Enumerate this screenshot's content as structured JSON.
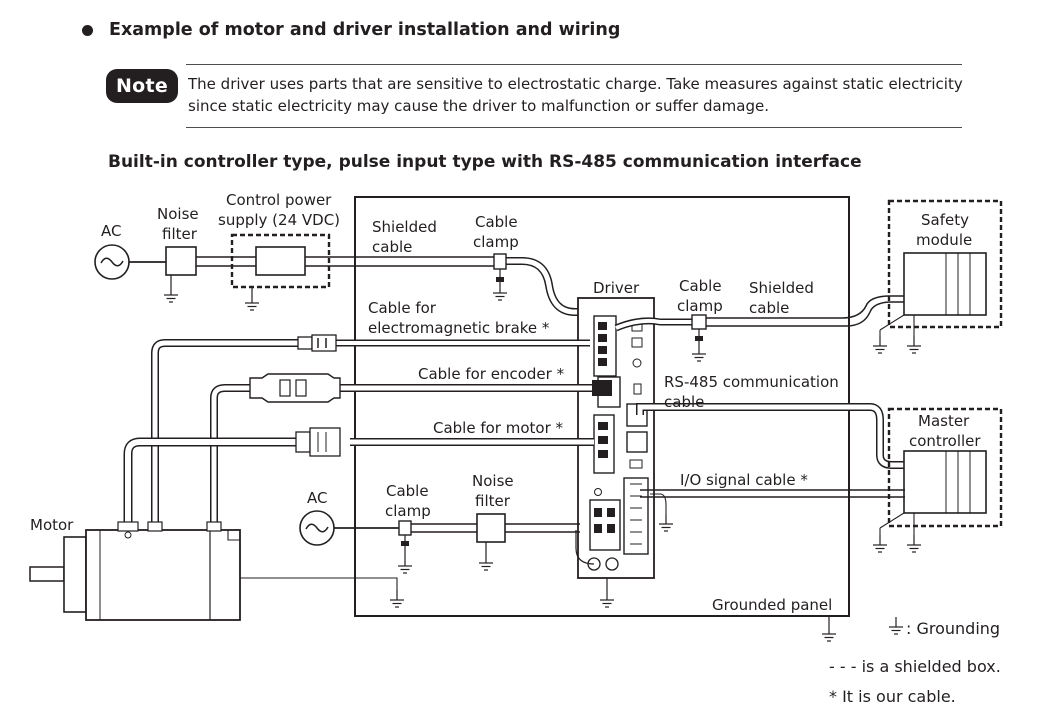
{
  "heading": "Example of motor and driver installation and wiring",
  "note": {
    "badge": "Note",
    "text_line1": "The driver uses parts that are sensitive to electrostatic charge. Take measures against static electricity",
    "text_line2": "since static electricity may cause the driver to malfunction or suffer damage."
  },
  "subheading": "Built-in controller type, pulse input type with RS-485 communication interface",
  "diagram": {
    "ac_top": "AC",
    "noise_filter_top_1": "Noise",
    "noise_filter_top_2": "filter",
    "control_power_1": "Control power",
    "control_power_2": "supply (24 VDC)",
    "shielded_cable_top_1": "Shielded",
    "shielded_cable_top_2": "cable",
    "cable_clamp_top_1": "Cable",
    "cable_clamp_top_2": "clamp",
    "driver": "Driver",
    "cable_clamp_right_1": "Cable",
    "cable_clamp_right_2": "clamp",
    "shielded_cable_right_1": "Shielded",
    "shielded_cable_right_2": "cable",
    "safety_module_1": "Safety",
    "safety_module_2": "module",
    "brake_cable_1": "Cable for",
    "brake_cable_2": "electromagnetic brake *",
    "encoder_cable": "Cable for encoder *",
    "rs485_1": "RS-485 communication",
    "rs485_2": "cable",
    "master_controller_1": "Master",
    "master_controller_2": "controller",
    "motor_cable": "Cable for motor *",
    "io_cable": "I/O signal cable *",
    "ac_bottom": "AC",
    "cable_clamp_bottom_1": "Cable",
    "cable_clamp_bottom_2": "clamp",
    "noise_filter_bottom_1": "Noise",
    "noise_filter_bottom_2": "filter",
    "motor": "Motor",
    "grounded_panel": "Grounded panel"
  },
  "legend": {
    "grounding": ": Grounding",
    "shielded_box": "- - - is a shielded box.",
    "our_cable": "* It is our cable."
  }
}
